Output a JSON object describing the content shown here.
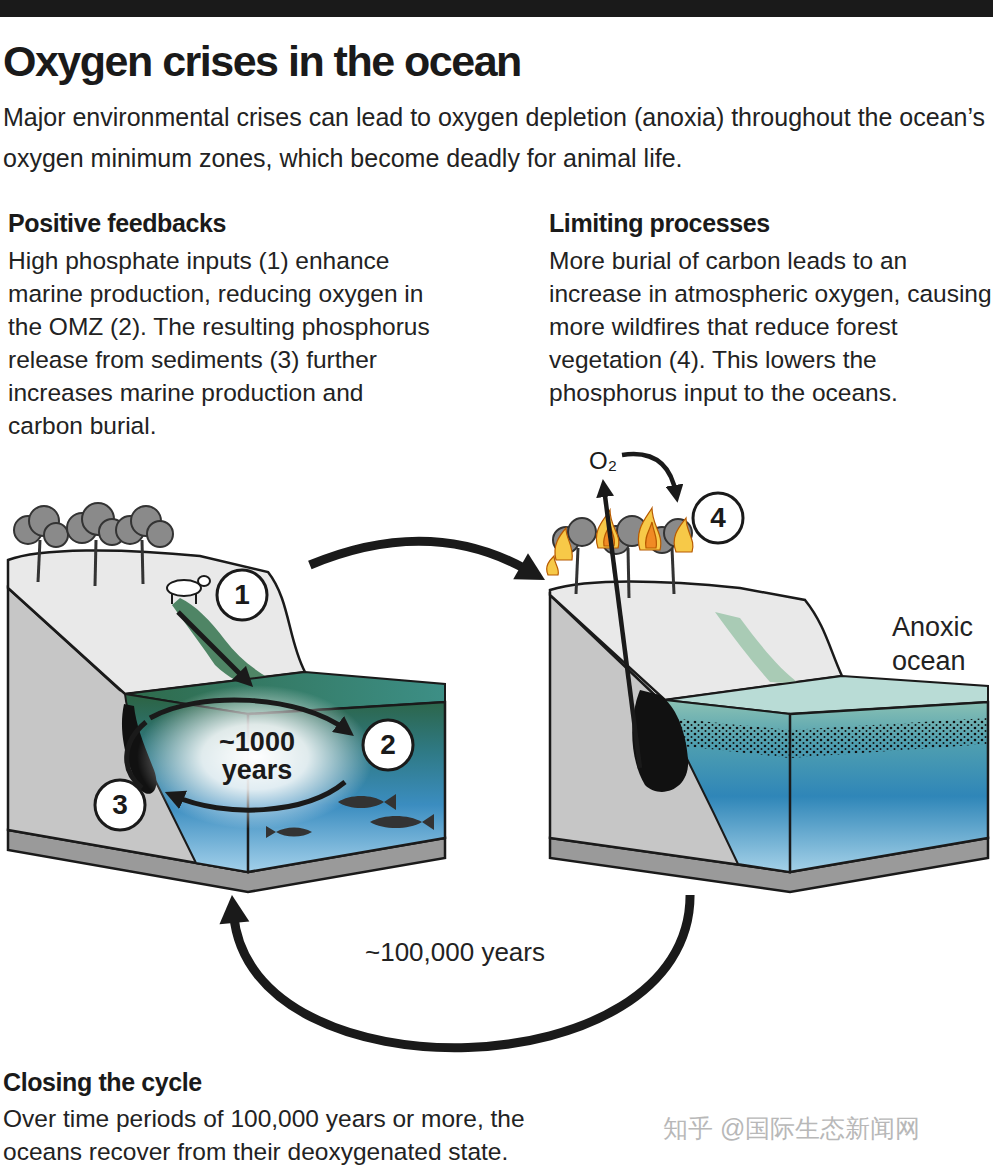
{
  "diagram": {
    "title": "Oxygen crises in the ocean",
    "nodes": [
      {
        "text": [
          "~1000 years"
        ]
      },
      {
        "text": [
          "1"
        ],
        "in": 0
      },
      {
        "text": [
          "2"
        ],
        "in": 0
      },
      {
        "text": [
          "3"
        ],
        "in": 0
      },
      {
        "text": [
          "Anoxic ocean"
        ]
      },
      {
        "text": [
          "4"
        ],
        "in": 4
      }
    ],
    "edges": [
      {
        "from": 0,
        "to": 4,
        "arrow": "to"
      },
      {
        "from": 4,
        "to": 0,
        "label": "~100,000 years",
        "arrow": "to"
      }
    ],
    "labels": [
      "Major environmental crises can lead to oxygen depletion (anoxia) throughout the ocean’s oxygen minimum zones, which become deadly for animal life.",
      "Positive feedbacks",
      "High phosphate inputs (1) enhance marine production, reducing oxygen in the OMZ (2). The resulting phosphorus release from sediments (3) further increases marine production and carbon burial.",
      "Limiting processes",
      "More burial of carbon leads to an increase in atmospheric oxygen, causing more wildfires that reduce forest vegetation (4). This lowers the phosphorus input to the oceans.",
      "O₂",
      "Closing the cycle",
      "Over time periods of 100,000 years or more, the oceans recover from their deoxygenated state.",
      "知乎 @国际生态新闻网"
    ]
  }
}
